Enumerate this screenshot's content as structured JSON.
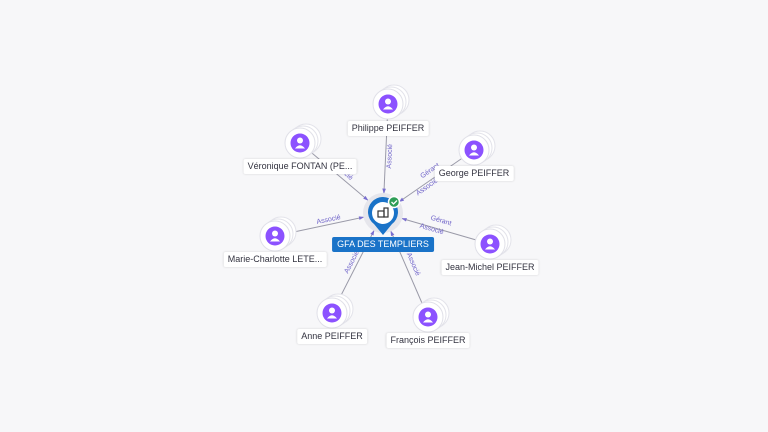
{
  "colors": {
    "person_icon": "#8c52ff",
    "company_pin": "#1a73c8",
    "status_ok": "#2e9e57",
    "edge": "#9a9aa8",
    "edge_label": "#6f63c9"
  },
  "center": {
    "label": "GFA DES TEMPLIERS",
    "icon": "building-icon",
    "status_icon": "check-icon"
  },
  "people": [
    {
      "label": "Philippe PEIFFER",
      "icon": "person-icon",
      "relation": "Associé"
    },
    {
      "label": "Véronique FONTAN (PE...",
      "icon": "person-icon",
      "relation": "Associé"
    },
    {
      "label": "George PEIFFER",
      "icon": "person-icon",
      "relation": "Gérant",
      "relation2": "Associé"
    },
    {
      "label": "Marie-Charlotte LETE...",
      "icon": "person-icon",
      "relation": "Associé"
    },
    {
      "label": "Jean-Michel PEIFFER",
      "icon": "person-icon",
      "relation": "Gérant",
      "relation2": "Associé"
    },
    {
      "label": "Anne PEIFFER",
      "icon": "person-icon",
      "relation": "Associé"
    },
    {
      "label": "François PEIFFER",
      "icon": "person-icon",
      "relation": "Associé"
    }
  ]
}
